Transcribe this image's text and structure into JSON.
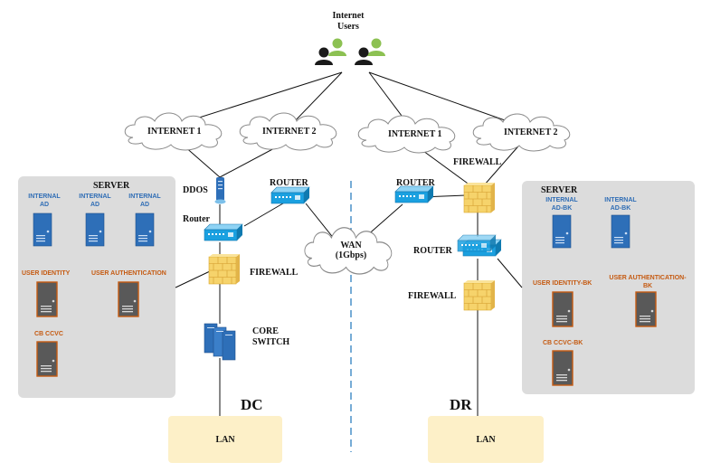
{
  "colors": {
    "panel_bg": "#dcdcdc",
    "line": "#111111",
    "cloud_stroke": "#888888",
    "server_blue": "#2e6fb8",
    "server_gray": "#595959",
    "server_orange_border": "#c55a11",
    "router_blue": "#1aa0e0",
    "firewall_yellow": "#f6d36b",
    "lan_bg": "#fdf0c8",
    "divider": "#4a90c8"
  },
  "internet_users": {
    "label": "Internet\nUsers",
    "icon": "users-icon"
  },
  "clouds": {
    "internet1_left": "INTERNET 1",
    "internet2_left": "INTERNET 2",
    "internet1_right": "INTERNET 1",
    "internet2_right": "INTERNET 2",
    "wan": "WAN\n(1Gbps)"
  },
  "dc": {
    "site_label": "DC",
    "server_panel_title": "SERVER",
    "servers_top": [
      "INTERNAL\nAD",
      "INTERNAL\nAD",
      "INTERNAL\nAD"
    ],
    "server_user_identity": "USER IDENTITY",
    "server_user_auth": "USER AUTHENTICATION",
    "server_cb": "CB CCVC",
    "ddos_label": "DDOS",
    "router_label_small": "Router",
    "router_label_top": "ROUTER",
    "firewall_label": "FIREWALL",
    "core_switch_label": "CORE\nSWITCH",
    "lan_label": "LAN"
  },
  "dr": {
    "site_label": "DR",
    "server_panel_title": "SERVER",
    "servers_top": [
      "INTERNAL\nAD-BK",
      "INTERNAL\nAD-BK"
    ],
    "server_user_identity": "USER IDENTITY-BK",
    "server_user_auth": "USER AUTHENTICATION-\nBK",
    "server_cb": "CB CCVC-BK",
    "router_label_top": "ROUTER",
    "firewall_label_top": "FIREWALL",
    "router_label_mid": "ROUTER",
    "firewall_label_bottom": "FIREWALL",
    "lan_label": "LAN"
  }
}
